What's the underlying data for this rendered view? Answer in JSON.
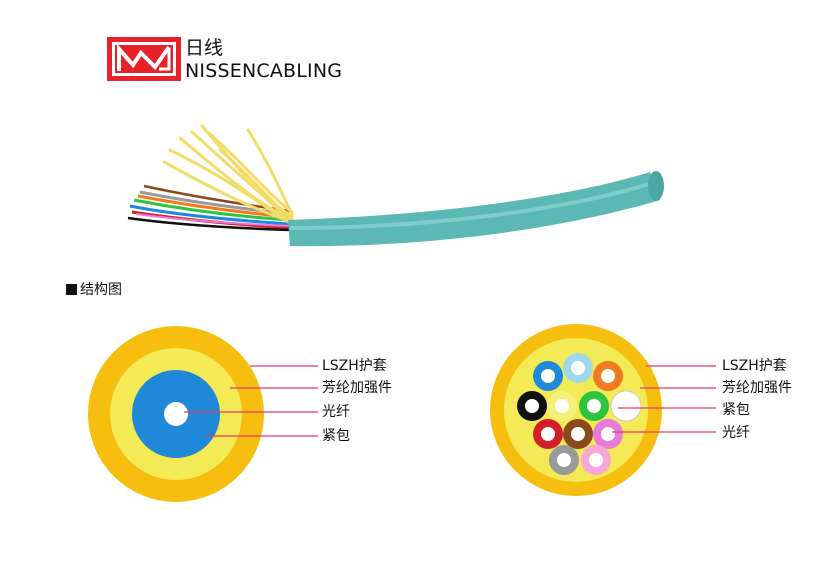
{
  "brand": {
    "name_cn": "日线",
    "name_en": "NISSENCABLING",
    "logo_color": "#e8202a"
  },
  "section": {
    "title": "结构图"
  },
  "diagram_single": {
    "labels": {
      "jacket": "LSZH护套",
      "aramid": "芳纶加强件",
      "fiber": "光纤",
      "buffer": "紧包"
    },
    "colors": {
      "jacket": "#f6be0f",
      "aramid": "#f3ea55",
      "buffer": "#1f88d8",
      "fiber": "#ffffff",
      "leader": "#e23c6a"
    }
  },
  "diagram_multi": {
    "labels": {
      "jacket": "LSZH护套",
      "aramid": "芳纶加强件",
      "buffer": "紧包",
      "fiber": "光纤"
    },
    "fiber_colors": [
      "#1f88d8",
      "#9fd8ea",
      "#f07a1e",
      "#111111",
      "#f5f07a",
      "#2ec43f",
      "#ffffff",
      "#d21f2a",
      "#8b4a1c",
      "#e87ad8",
      "#9a9a9a",
      "#f7a8d8"
    ],
    "colors": {
      "jacket": "#f6be0f",
      "aramid": "#f3ea55",
      "leader": "#e23c6a"
    }
  },
  "cable": {
    "jacket_color": "#5bb8b4"
  }
}
